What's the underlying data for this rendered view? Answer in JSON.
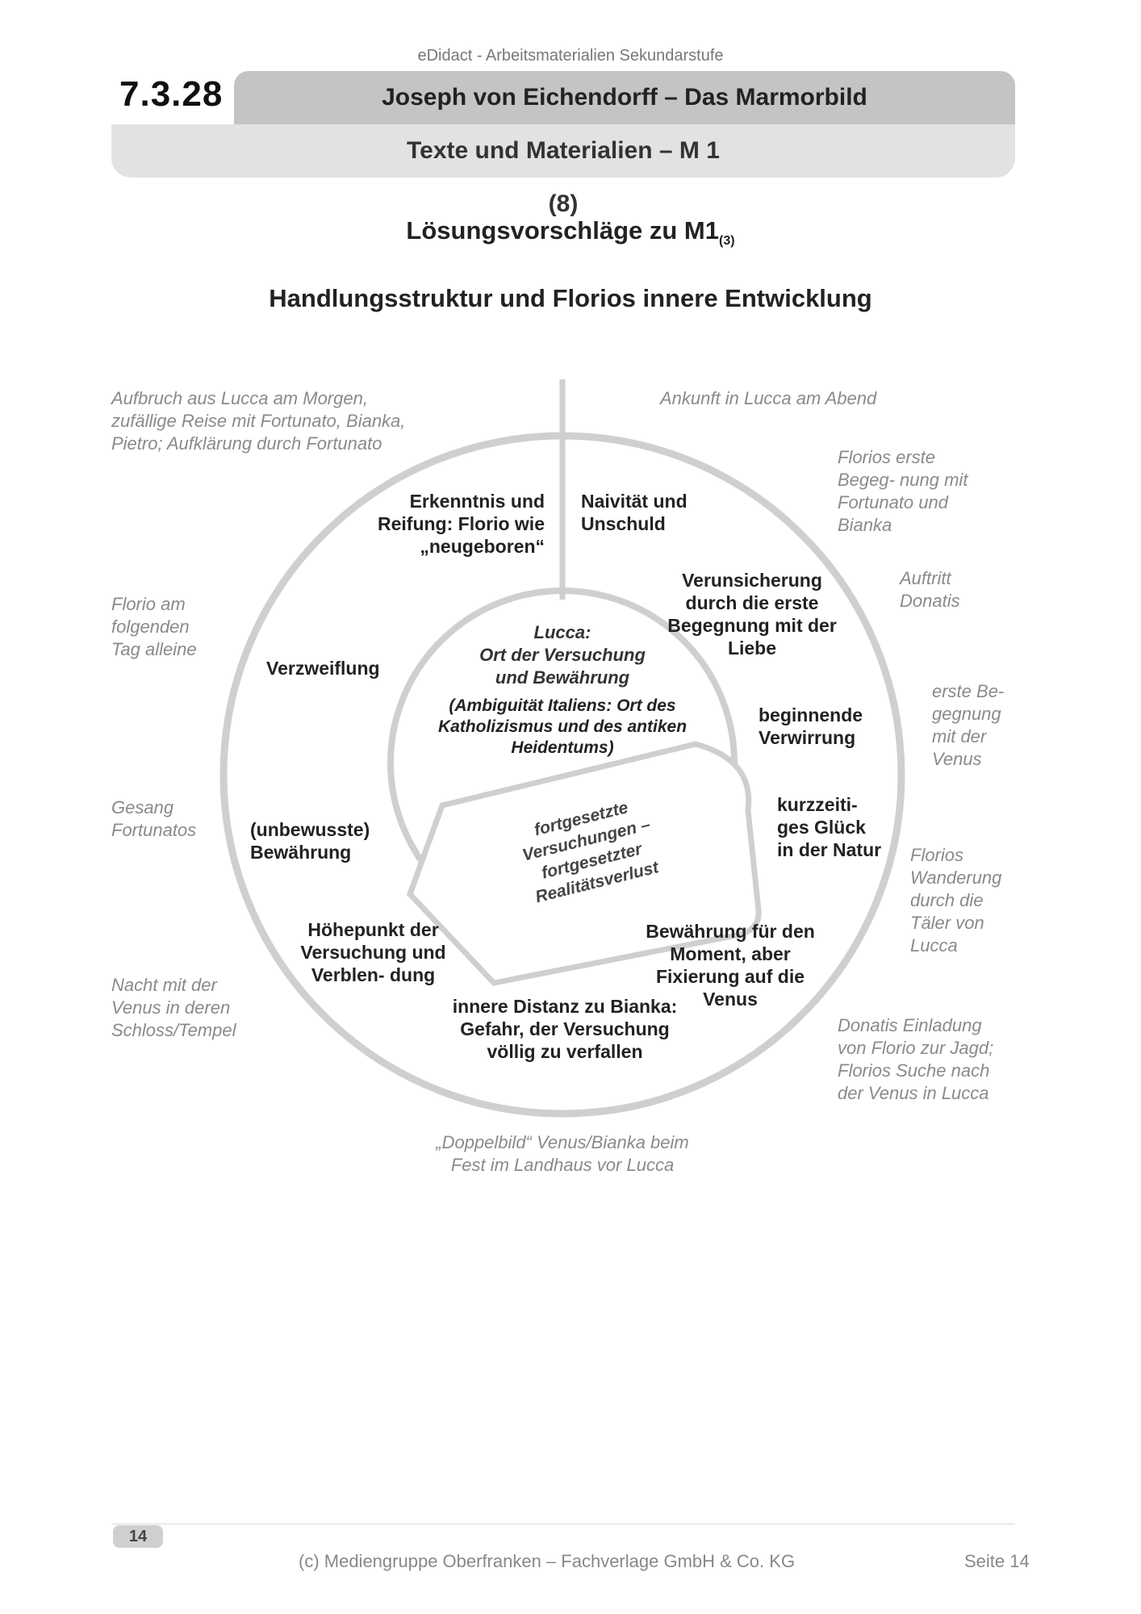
{
  "header": {
    "publisher_line": "eDidact - Arbeitsmaterialien Sekundarstufe",
    "section_number": "7.3.28",
    "title": "Joseph von Eichendorff – Das Marmorbild",
    "subtitle": "Texte und Materialien – M 1",
    "subtitle_sub": "(8)"
  },
  "headings": {
    "h1": "Lösungsvorschläge zu M1",
    "h1_sub": "(3)",
    "h2": "Handlungsstruktur und Florios innere Entwicklung"
  },
  "outer_notes": [
    "Aufbruch aus Lucca am Morgen, zufällige Reise mit Fortunato, Bianka, Pietro; Aufklärung durch Fortunato",
    "Ankunft in Lucca am Abend",
    "Florios erste Begeg- nung mit Fortunato und Bianka",
    "Auftritt Donatis",
    "Florio am folgenden Tag alleine",
    "erste Be- gegnung mit der Venus",
    "Gesang Fortunatos",
    "Florios Wanderung durch die Täler von Lucca",
    "Nacht mit der Venus in deren Schloss/Tempel",
    "Donatis Einladung von Florio zur Jagd; Florios Suche nach der Venus in Lucca",
    "„Doppelbild“ Venus/Bianka beim Fest im Landhaus vor Lucca"
  ],
  "ring_items": [
    "Erkenntnis und Reifung: Florio wie „neugeboren“",
    "Naivität und Unschuld",
    "Verunsicherung durch die erste Begegnung mit der Liebe",
    "Verzweiflung",
    "beginnende Verwirrung",
    "kurzzeiti- ges Glück in der Natur",
    "(unbewusste) Bewährung",
    "Höhepunkt der Versuchung und Verblen- dung",
    "Bewährung für den Moment, aber Fixierung auf die Venus",
    "innere Distanz zu Bianka: Gefahr, der Versuchung völlig zu verfallen"
  ],
  "center": {
    "title": "Lucca:",
    "line2": "Ort der Versuchung",
    "line3": "und Bewährung",
    "detail": "(Ambiguität Italiens: Ort des Katholizismus und des antiken Heidentums)"
  },
  "banner": {
    "l1": "fortgesetzte",
    "l2": "Versuchungen –",
    "l3": "fortgesetzter",
    "l4": "Realitätsverlust"
  },
  "footer": {
    "page_number": "14",
    "copyright": "(c) Mediengruppe Oberfranken – Fachverlage GmbH & Co. KG",
    "page_label": "Seite 14"
  }
}
